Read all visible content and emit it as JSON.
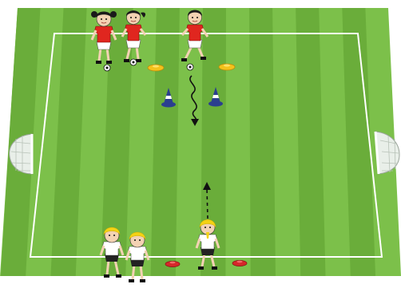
{
  "drill": {
    "colors": {
      "grass_light": "#7cc04a",
      "grass_dark": "#6aad3a",
      "lines": "#ffffff",
      "red_kit": "#e0261f",
      "white_kit": "#ffffff",
      "yellow_cone": "#f4c21b",
      "red_cone": "#d6272a",
      "blue_cone": "#2b3f8f",
      "yellow_hair": "#f4d214",
      "dark_hair": "#1a1a1a"
    },
    "team_red": {
      "players": [
        "player-red-1",
        "player-red-2",
        "player-red-3"
      ]
    },
    "team_white": {
      "players": [
        "player-white-1",
        "player-white-2",
        "player-white-3"
      ]
    },
    "equipment": {
      "cones": [
        "yellow-flat-cone",
        "yellow-flat-cone",
        "red-flat-cone",
        "red-flat-cone"
      ],
      "pylons": [
        "blue-pylon",
        "blue-pylon"
      ],
      "goals": [
        "left-goal",
        "right-goal"
      ],
      "balls": [
        "soccer-ball",
        "soccer-ball",
        "soccer-ball"
      ]
    },
    "movement": {
      "dribble_path": "wavy-dribble-arrow",
      "run_path": "dashed-run-arrow"
    }
  }
}
